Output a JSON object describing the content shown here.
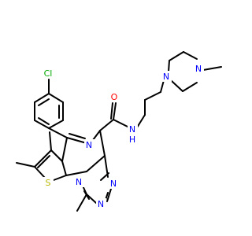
{
  "atoms": [
    {
      "id": "Cl",
      "label": "Cl",
      "element": "Cl"
    },
    {
      "id": "N_imine",
      "label": "N",
      "element": "N"
    },
    {
      "id": "O_amide",
      "label": "O",
      "element": "O"
    },
    {
      "id": "N_amide",
      "label": "N",
      "element": "N"
    },
    {
      "id": "H_amide",
      "label": "H",
      "element": "H"
    },
    {
      "id": "N_pip1",
      "label": "N",
      "element": "N"
    },
    {
      "id": "N_pip2",
      "label": "N",
      "element": "N"
    },
    {
      "id": "S",
      "label": "S",
      "element": "S"
    },
    {
      "id": "N_tri1",
      "label": "N",
      "element": "N"
    },
    {
      "id": "N_tri2",
      "label": "N",
      "element": "N"
    },
    {
      "id": "N_tri3",
      "label": "N",
      "element": "N"
    }
  ],
  "colors": {
    "bond": "#000000",
    "carbon": "#000000",
    "N": "#0000ff",
    "O": "#ff0000",
    "S": "#b8b800",
    "Cl": "#00aa00",
    "H": "#0000ff"
  }
}
